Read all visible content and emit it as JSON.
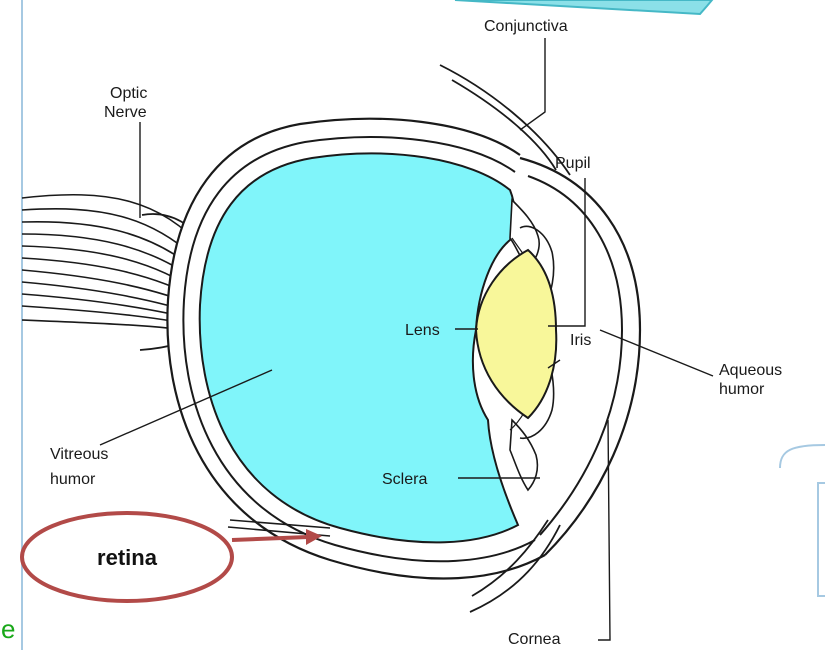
{
  "labels": {
    "conjunctiva": "Conjunctiva",
    "optic_line1": "Optic",
    "optic_line2": "Nerve",
    "pupil": "Pupil",
    "lens": "Lens",
    "iris": "Iris",
    "aqueous_line1": "Aqueous",
    "aqueous_line2": "humor",
    "vitreous_line1": "Vitreous",
    "vitreous_line2": "humor",
    "sclera": "Sclera",
    "cornea": "Cornea",
    "retina": "retina"
  },
  "edge_fragment": "e",
  "colors": {
    "vitreous_fill": "#80F5FA",
    "lens_fill": "#F8F79A",
    "retina_callout": "#B24A48",
    "teal_callout": "#45B8C6",
    "green_text": "#19A819",
    "panel_border": "#A6C9E2"
  }
}
